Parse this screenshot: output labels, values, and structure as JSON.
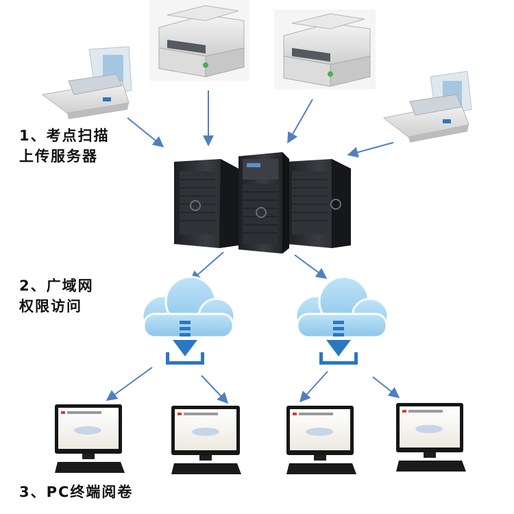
{
  "steps": {
    "step1": {
      "line1": "1、考点扫描",
      "line2": "上传服务器"
    },
    "step2": {
      "line1": "2、广域网",
      "line2": "权限访问"
    },
    "step3": {
      "line1": "3、PC终端阅卷"
    }
  },
  "colors": {
    "arrow": "#4f7fbf",
    "cloud": "#9fd0ee",
    "download": "#2a78c2",
    "server": "#2b2d31",
    "scanner": "#e6e6e6",
    "monitor_bezel": "#161616",
    "screen_bg": "#f6f4ee",
    "screen_mark": "#d23b2f"
  },
  "icons": {
    "scanner": "document-scanner-icon",
    "server": "tower-server-icon",
    "cloud": "cloud-download-icon",
    "pc": "desktop-monitor-icon"
  }
}
